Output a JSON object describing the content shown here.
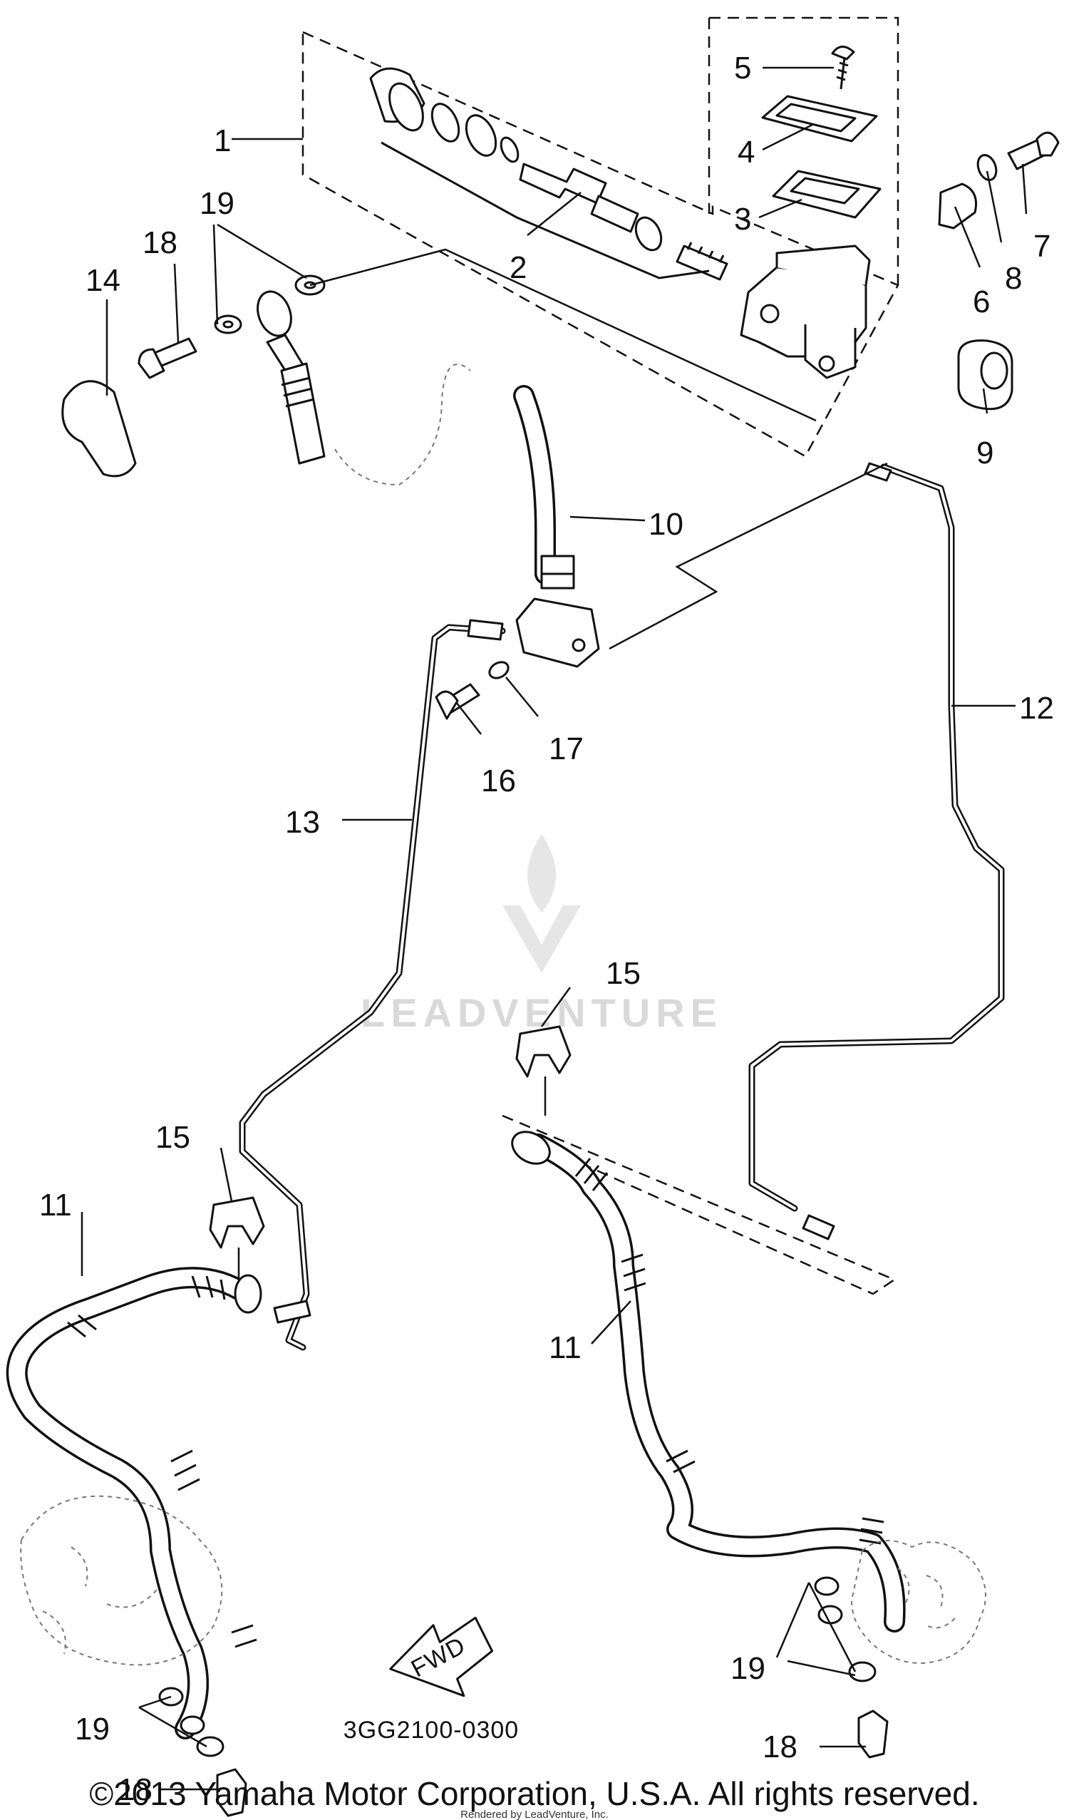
{
  "diagram": {
    "code": "3GG2100-0300",
    "fwd_label": "FWD",
    "copyright": "©2013 Yamaha Motor Corporation, U.S.A. All rights reserved.",
    "credit": "Rendered by LeadVenture, Inc.",
    "watermark": "LEADVENTURE"
  },
  "callouts": {
    "c1": "1",
    "c2": "2",
    "c3": "3",
    "c4": "4",
    "c5": "5",
    "c6": "6",
    "c7": "7",
    "c8": "8",
    "c9": "9",
    "c10": "10",
    "c11a": "11",
    "c11b": "11",
    "c12": "12",
    "c13": "13",
    "c14": "14",
    "c15a": "15",
    "c15b": "15",
    "c16": "16",
    "c17": "17",
    "c18a": "18",
    "c18b": "18",
    "c18c": "18",
    "c19a": "19",
    "c19b": "19",
    "c19c": "19"
  }
}
